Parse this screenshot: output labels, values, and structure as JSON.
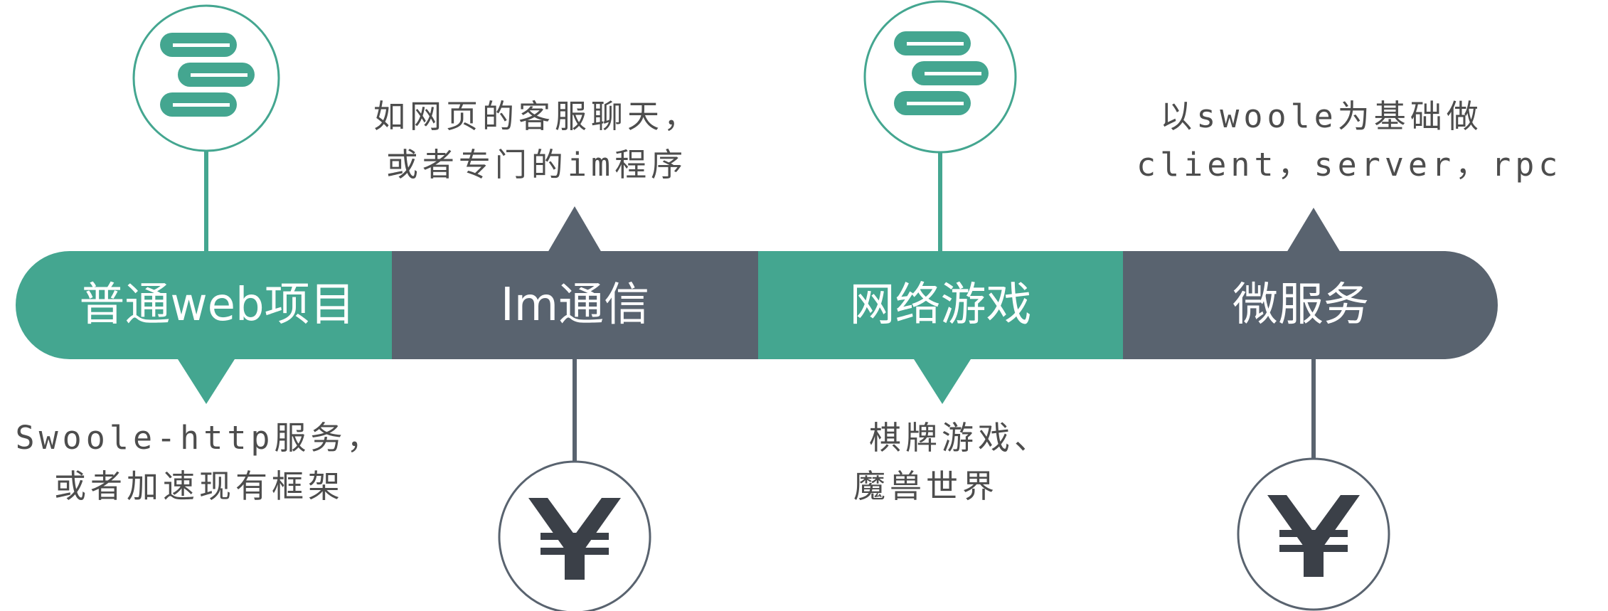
{
  "colors": {
    "teal": "#44a690",
    "slate": "#59636f",
    "yen_fill": "#3b4048",
    "circle_stroke": "#44a690",
    "stem_dark": "#59636f",
    "label_text": "#4d4d4d"
  },
  "segments": [
    {
      "title": "普通web项目",
      "color": "teal"
    },
    {
      "title": "Im通信",
      "color": "slate"
    },
    {
      "title": "网络游戏",
      "color": "teal"
    },
    {
      "title": "微服务",
      "color": "slate"
    }
  ],
  "icons": {
    "top": [
      "coins-icon",
      "coins-icon"
    ],
    "bottom": [
      "yen-icon",
      "yen-icon"
    ],
    "yen_glyph": "¥"
  },
  "descriptions": {
    "web": [
      "Swoole-http服务，",
      "或者加速现有框架"
    ],
    "im": [
      "如网页的客服聊天，",
      "或者专门的im程序"
    ],
    "game": [
      "棋牌游戏、",
      "魔兽世界"
    ],
    "micro": [
      "以swoole为基础做",
      "client，server，rpc"
    ]
  }
}
